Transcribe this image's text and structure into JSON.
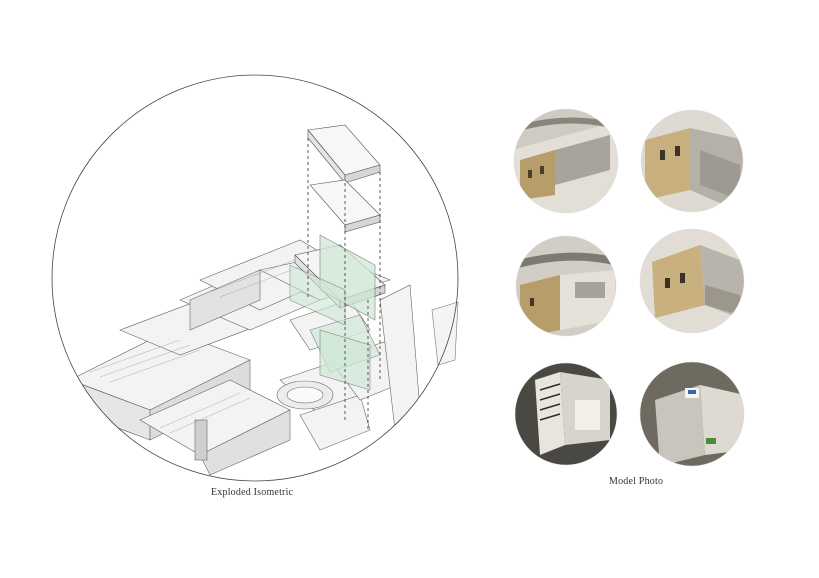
{
  "captions": {
    "exploded_isometric": "Exploded Isometric",
    "model_photo": "Model Photo"
  },
  "colors": {
    "line": "#555555",
    "building_fill": "#f2f2f2",
    "glass": "#cfe8d6",
    "model_card": "#d9d5cc",
    "model_shadow": "#6e6a60",
    "model_wood": "#b79d6a",
    "model_gray": "#a8a49c"
  },
  "model_photos": [
    {
      "label": "model-photo-1"
    },
    {
      "label": "model-photo-2"
    },
    {
      "label": "model-photo-3"
    },
    {
      "label": "model-photo-4"
    },
    {
      "label": "model-photo-5"
    },
    {
      "label": "model-photo-6"
    }
  ]
}
